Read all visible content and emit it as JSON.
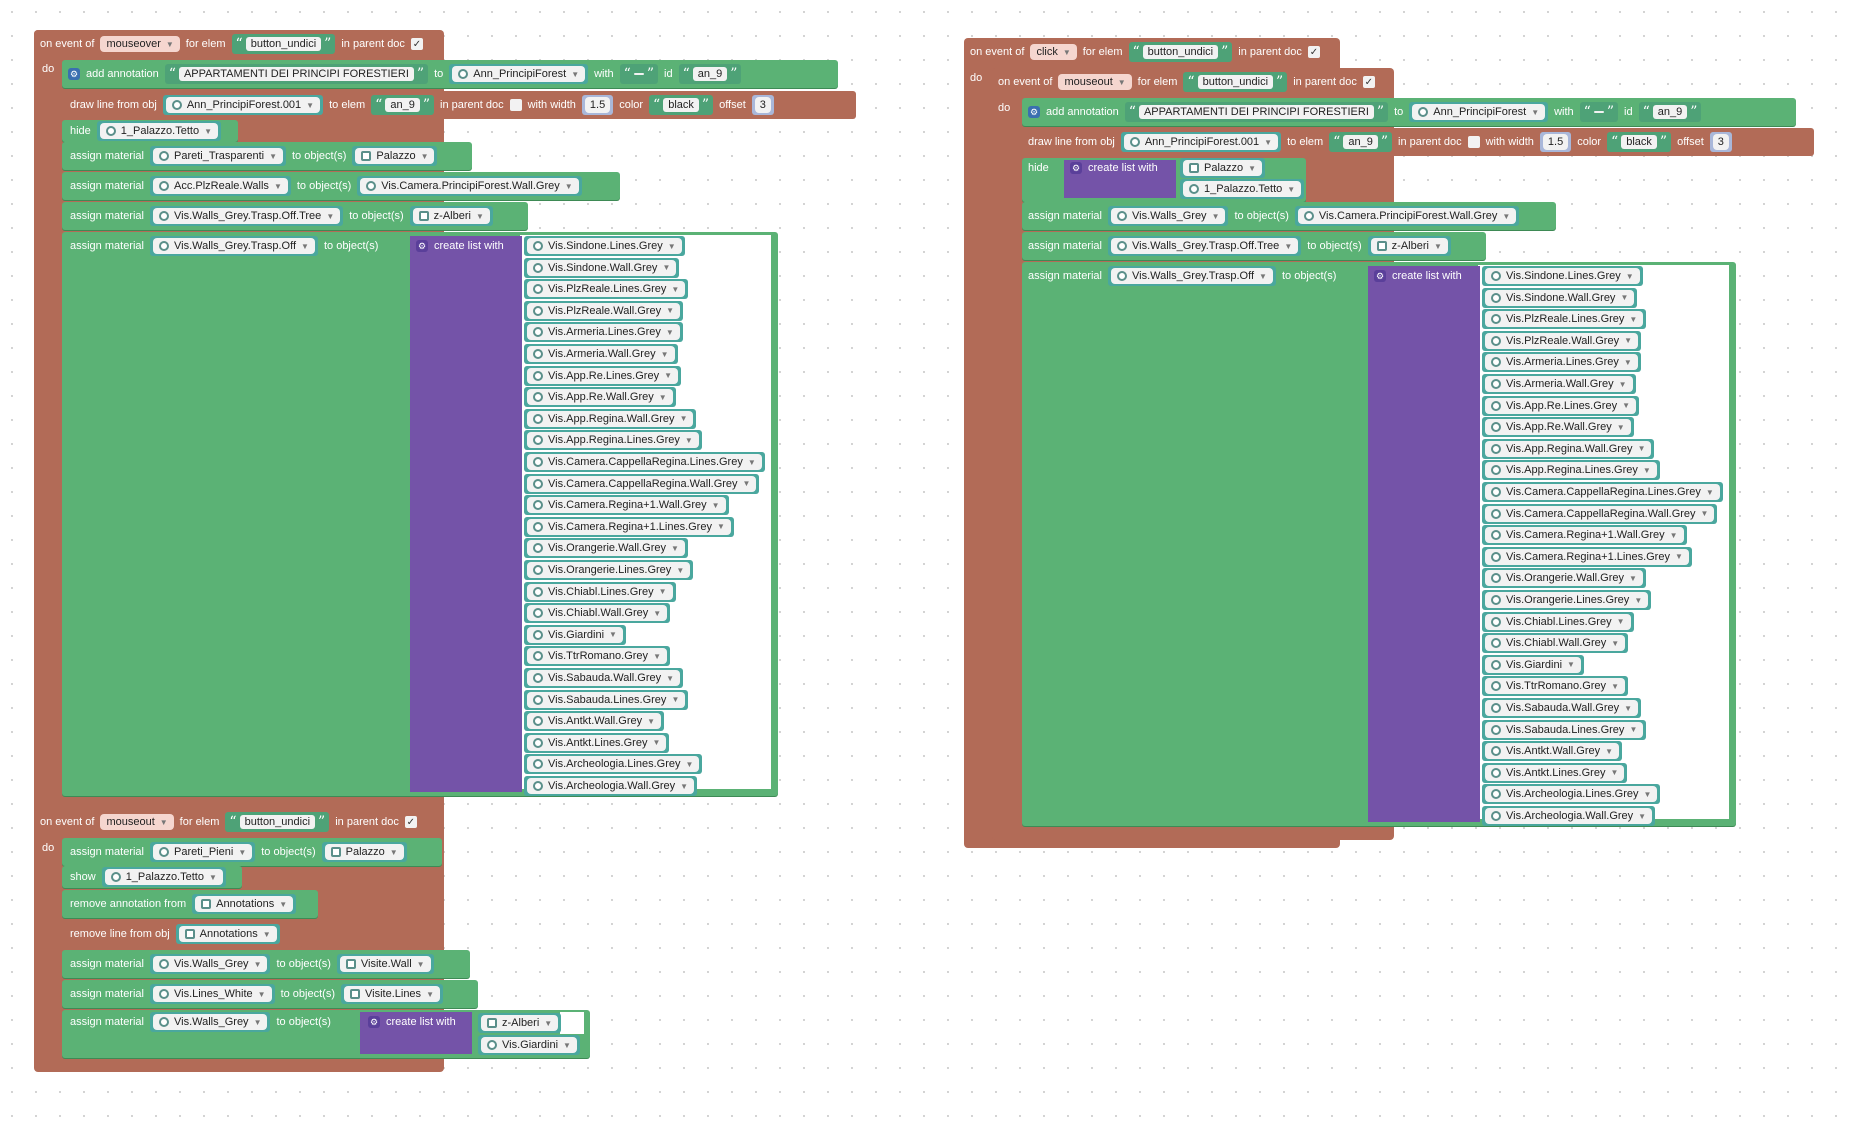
{
  "labels": {
    "on_event_of": "on event of",
    "for_elem": "for elem",
    "in_parent_doc": "in parent doc",
    "do": "do",
    "add_annotation": "add annotation",
    "to": "to",
    "with": "with",
    "id": "id",
    "draw_line_from_obj": "draw line from obj",
    "to_elem": "to elem",
    "with_width": "with width",
    "color": "color",
    "offset": "offset",
    "hide": "hide",
    "show": "show",
    "assign_material": "assign material",
    "to_objects": "to object(s)",
    "create_list_with": "create list with",
    "remove_annotation_from": "remove annotation from",
    "remove_line_from_obj": "remove line from obj"
  },
  "left": {
    "event1": {
      "type": "mouseover",
      "elem": "button_undici",
      "checked": "✓"
    },
    "annotation": {
      "text": "APPARTAMENTI DEI PRINCIPI FORESTIERI",
      "to": "Ann_PrincipiForest",
      "with": "",
      "id": "an_9"
    },
    "drawline": {
      "obj": "Ann_PrincipiForest.001",
      "elem": "an_9",
      "width": "1.5",
      "color": "black",
      "offset": "3"
    },
    "hide_obj": "1_Palazzo.Tetto",
    "assign1": {
      "material": "Pareti_Trasparenti",
      "object": "Palazzo"
    },
    "assign2": {
      "material": "Acc.PlzReale.Walls",
      "object": "Vis.Camera.PrincipiForest.Wall.Grey"
    },
    "assign3": {
      "material": "Vis.Walls_Grey.Trasp.Off.Tree",
      "object": "z-Alberi"
    },
    "assign4": {
      "material": "Vis.Walls_Grey.Trasp.Off"
    },
    "event2": {
      "type": "mouseout",
      "elem": "button_undici",
      "checked": "✓"
    },
    "assign5": {
      "material": "Pareti_Pieni",
      "object": "Palazzo"
    },
    "show_obj": "1_Palazzo.Tetto",
    "remove_annotation_obj": "Annotations",
    "remove_line_obj": "Annotations",
    "assign6": {
      "material": "Vis.Walls_Grey",
      "object": "Visite.Wall"
    },
    "assign7": {
      "material": "Vis.Lines_White",
      "object": "Visite.Lines"
    },
    "assign8": {
      "material": "Vis.Walls_Grey",
      "list": [
        "z-Alberi",
        "Vis.Giardini"
      ]
    }
  },
  "right": {
    "event_click": {
      "type": "click",
      "elem": "button_undici",
      "checked": "✓"
    },
    "event_out": {
      "type": "mouseout",
      "elem": "button_undici",
      "checked": "✓"
    },
    "annotation": {
      "text": "APPARTAMENTI DEI PRINCIPI FORESTIERI",
      "to": "Ann_PrincipiForest",
      "with": "",
      "id": "an_9"
    },
    "drawline": {
      "obj": "Ann_PrincipiForest.001",
      "elem": "an_9",
      "width": "1.5",
      "color": "black",
      "offset": "3"
    },
    "hide_list": [
      "Palazzo",
      "1_Palazzo.Tetto"
    ],
    "assign1": {
      "material": "Vis.Walls_Grey",
      "object": "Vis.Camera.PrincipiForest.Wall.Grey"
    },
    "assign2": {
      "material": "Vis.Walls_Grey.Trasp.Off.Tree",
      "object": "z-Alberi"
    },
    "assign3": {
      "material": "Vis.Walls_Grey.Trasp.Off"
    }
  },
  "visite_list": [
    "Vis.Sindone.Lines.Grey",
    "Vis.Sindone.Wall.Grey",
    "Vis.PlzReale.Lines.Grey",
    "Vis.PlzReale.Wall.Grey",
    "Vis.Armeria.Lines.Grey",
    "Vis.Armeria.Wall.Grey",
    "Vis.App.Re.Lines.Grey",
    "Vis.App.Re.Wall.Grey",
    "Vis.App.Regina.Wall.Grey",
    "Vis.App.Regina.Lines.Grey",
    "Vis.Camera.CappellaRegina.Lines.Grey",
    "Vis.Camera.CappellaRegina.Wall.Grey",
    "Vis.Camera.Regina+1.Wall.Grey",
    "Vis.Camera.Regina+1.Lines.Grey",
    "Vis.Orangerie.Wall.Grey",
    "Vis.Orangerie.Lines.Grey",
    "Vis.Chiabl.Lines.Grey",
    "Vis.Chiabl.Wall.Grey",
    "Vis.Giardini",
    "Vis.TtrRomano.Grey",
    "Vis.Sabauda.Wall.Grey",
    "Vis.Sabauda.Lines.Grey",
    "Vis.Antkt.Wall.Grey",
    "Vis.Antkt.Lines.Grey",
    "Vis.Archeologia.Lines.Grey",
    "Vis.Archeologia.Wall.Grey"
  ],
  "colors": {
    "event": "#b26b57",
    "action": "#5bb275",
    "list": "#7453a8",
    "string": "#4ea277",
    "object": "#4aa79e"
  }
}
